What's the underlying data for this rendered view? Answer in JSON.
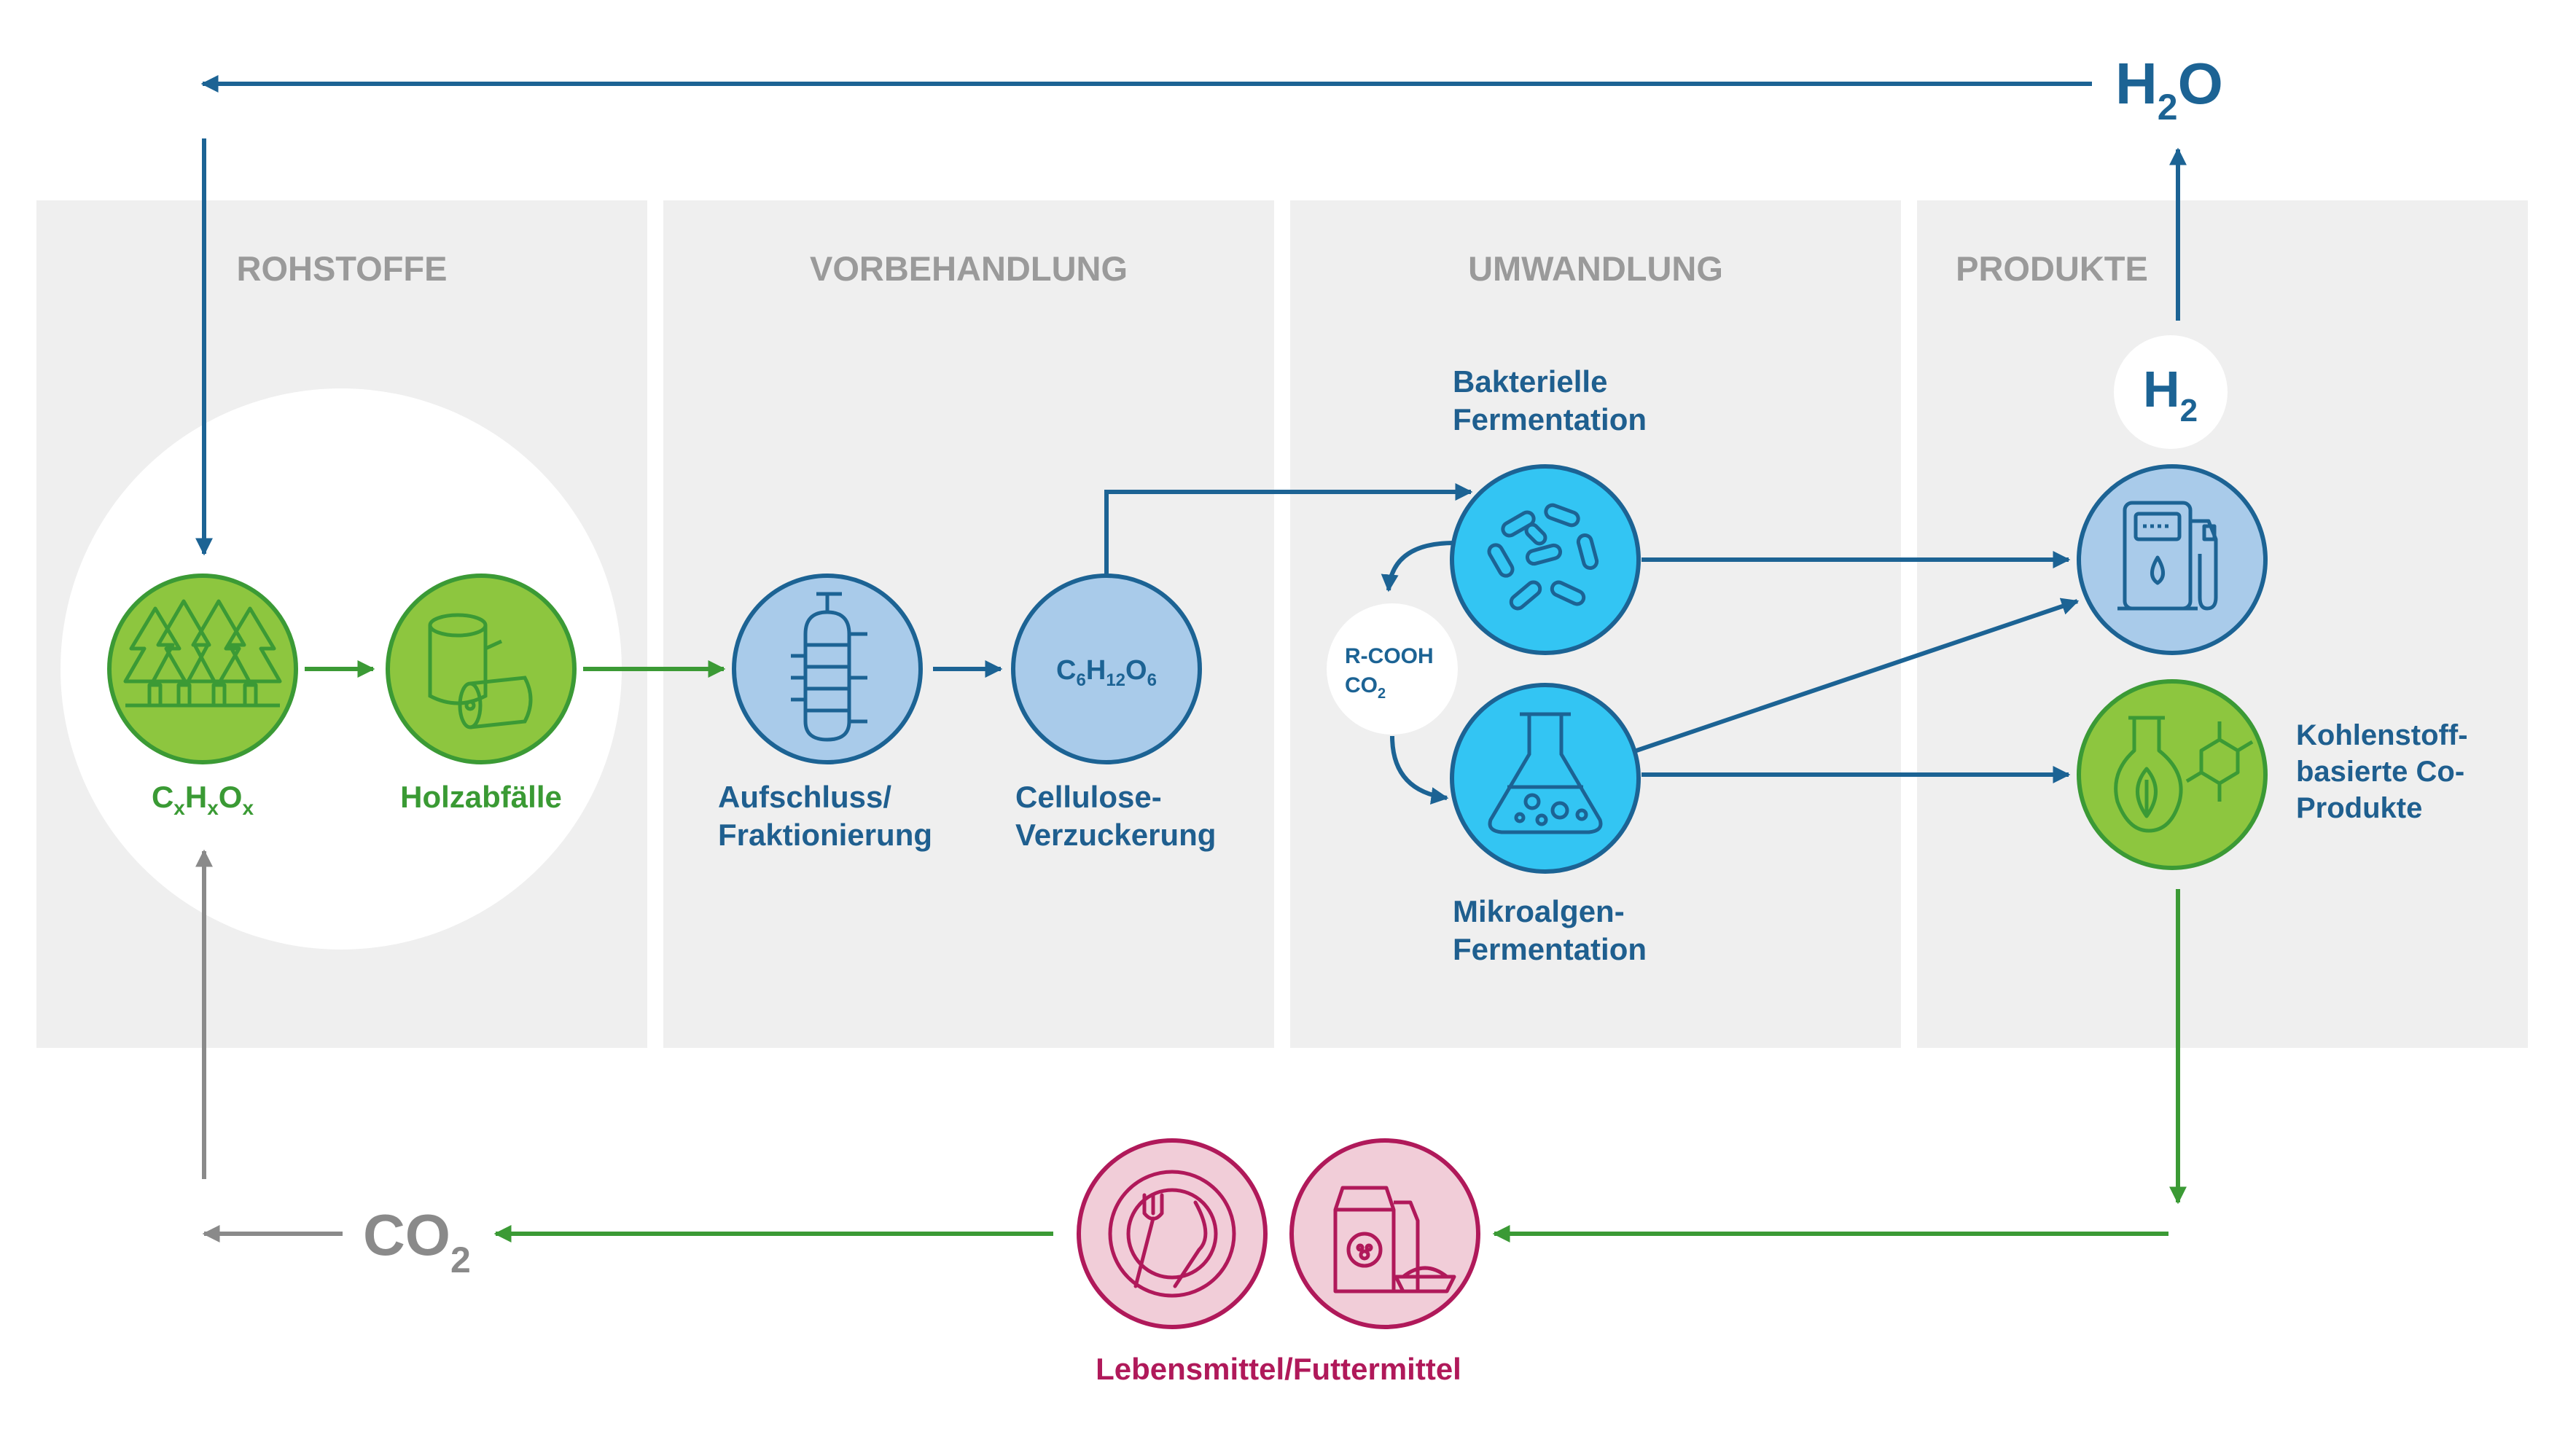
{
  "colors": {
    "panel": "#efefef",
    "panel_title": "#9a9a9a",
    "blue_dark": "#1c6394",
    "blue_text": "#1f5f8f",
    "blue_light": "#a9cbea",
    "cyan": "#33c5f3",
    "green": "#3b9a35",
    "green_fill": "#8dc63f",
    "green_text": "#3a9a34",
    "magenta": "#b0195a",
    "pink_fill": "#f1cdd8",
    "grey_arrow": "#8a8a8a"
  },
  "sections": {
    "rohstoffe": "ROHSTOFFE",
    "vorbehandlung": "VORBEHANDLUNG",
    "umwandlung": "UMWANDLUNG",
    "produkte": "PRODUKTE"
  },
  "top": {
    "h": "H",
    "sub": "2",
    "o": "O"
  },
  "bottom": {
    "co": "CO",
    "sub": "2"
  },
  "nodes": {
    "wood_formula": {
      "c": "C",
      "x1": "x",
      "h": "H",
      "x2": "x",
      "o": "O",
      "x3": "x"
    },
    "holz": "Holzabfälle",
    "aufschluss": [
      "Aufschluss/",
      "Fraktionierung"
    ],
    "cellulose": [
      "Cellulose-",
      "Verzuckerung"
    ],
    "glucose": {
      "c": "C",
      "s1": "6",
      "h": "H",
      "s2": "12",
      "o": "O",
      "s3": "6"
    },
    "bakterielle": [
      "Bakterielle",
      "Fermentation"
    ],
    "mikroalgen": [
      "Mikroalgen-",
      "Fermentation"
    ],
    "rcooh": "R-COOH",
    "co2_small": {
      "co": "CO",
      "sub": "2"
    },
    "h2": {
      "h": "H",
      "sub": "2"
    },
    "kohlenstoff": [
      "Kohlenstoff-",
      "basierte Co-",
      "Produkte"
    ],
    "lebensmittel": "Lebensmittel/Futtermittel"
  },
  "icons": [
    "forest-icon",
    "logs-icon",
    "reactor-column-icon",
    "bacteria-icon",
    "flask-icon",
    "fuel-pump-icon",
    "leaf-flask-molecule-icon",
    "plate-cutlery-icon",
    "pet-food-icon"
  ]
}
